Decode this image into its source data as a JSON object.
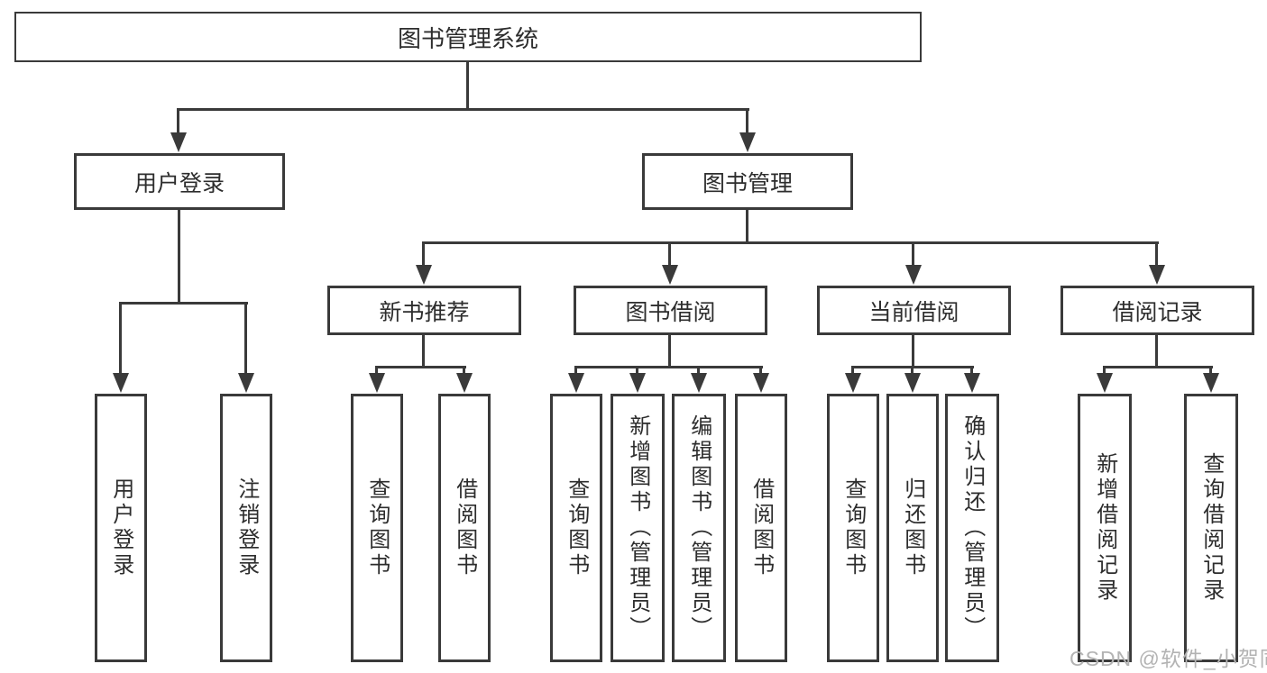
{
  "diagram_title": "图书管理系统",
  "colors": {
    "line": "#3a3a3a",
    "box_background": "#ffffff",
    "text": "#2d2d2d",
    "watermark": "#b3b3b3"
  },
  "tree": {
    "root": {
      "label": "图书管理系统"
    },
    "branches": [
      {
        "label": "用户登录",
        "children": [
          {
            "label": "用户登录"
          },
          {
            "label": "注销登录"
          }
        ]
      },
      {
        "label": "图书管理",
        "children": [
          {
            "label": "新书推荐",
            "children": [
              {
                "label": "查询图书"
              },
              {
                "label": "借阅图书"
              }
            ]
          },
          {
            "label": "图书借阅",
            "children": [
              {
                "label": "查询图书"
              },
              {
                "label": "新增图书（管理员）"
              },
              {
                "label": "编辑图书（管理员）"
              },
              {
                "label": "借阅图书"
              }
            ]
          },
          {
            "label": "当前借阅",
            "children": [
              {
                "label": "查询图书"
              },
              {
                "label": "归还图书"
              },
              {
                "label": "确认归还（管理员）"
              }
            ]
          },
          {
            "label": "借阅记录",
            "children": [
              {
                "label": "新增借阅记录"
              },
              {
                "label": "查询借阅记录"
              }
            ]
          }
        ]
      }
    ]
  },
  "watermark": "CSDN @软件_小贺同学"
}
